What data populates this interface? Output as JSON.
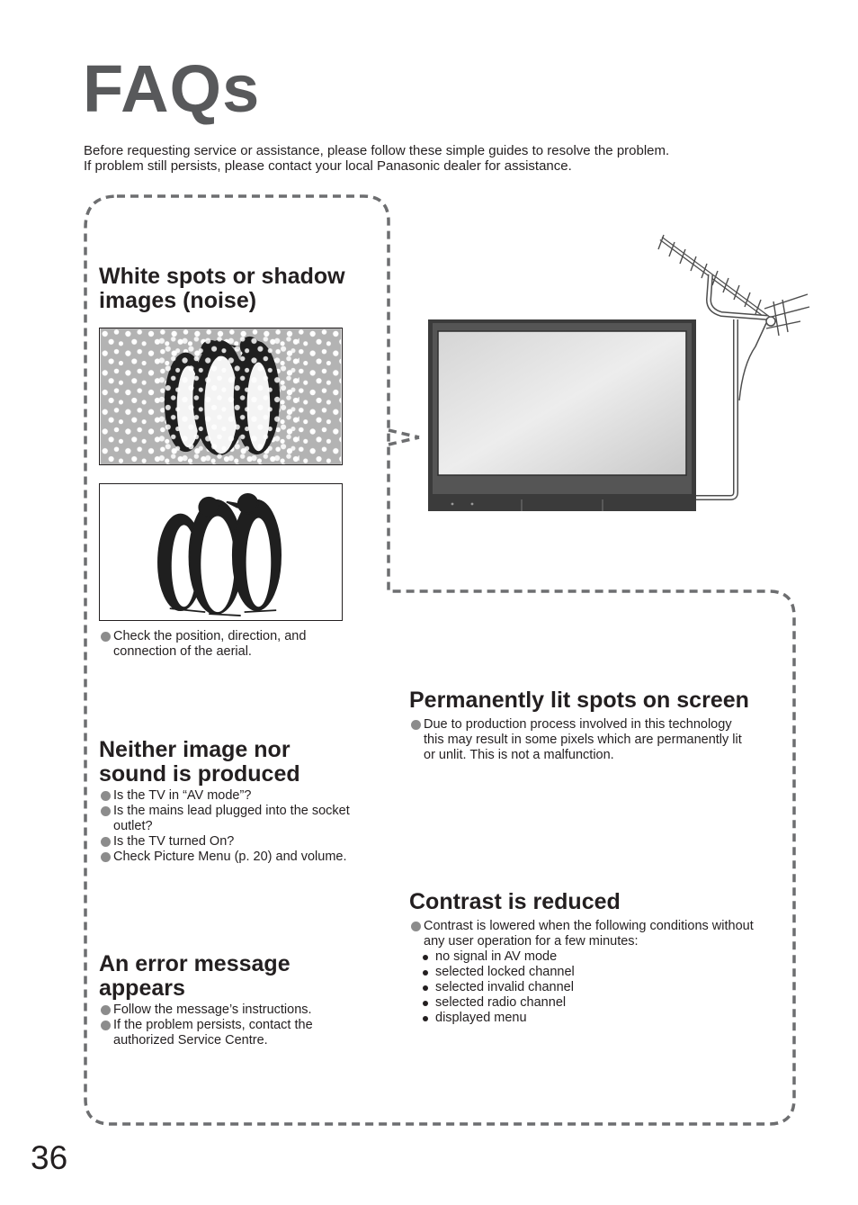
{
  "page_title": "FAQs",
  "intro": [
    "Before requesting service or assistance, please follow these simple guides to resolve the problem.",
    "If problem still persists, please contact your local Panasonic dealer for assistance."
  ],
  "sections": {
    "noise": {
      "title_lines": [
        "White spots or shadow",
        "images (noise)"
      ],
      "items": [
        {
          "lines": [
            "Check the position, direction, and",
            "connection of the aerial."
          ]
        }
      ]
    },
    "no_image_sound": {
      "title_lines": [
        "Neither image nor",
        "sound is produced"
      ],
      "items": [
        {
          "lines": [
            "Is the TV in “AV mode”?"
          ]
        },
        {
          "lines": [
            "Is the mains lead plugged into the socket",
            "outlet?"
          ]
        },
        {
          "lines": [
            "Is the TV turned On?"
          ]
        },
        {
          "lines": [
            "Check Picture Menu (p. 20) and volume."
          ]
        }
      ]
    },
    "error_message": {
      "title_lines": [
        "An error message",
        "appears"
      ],
      "items": [
        {
          "lines": [
            "Follow the message’s instructions."
          ]
        },
        {
          "lines": [
            "If the problem persists, contact the",
            "authorized Service Centre."
          ]
        }
      ]
    },
    "lit_spots": {
      "title_lines": [
        "Permanently lit spots on screen"
      ],
      "items": [
        {
          "lines": [
            "Due to production process involved in this technology",
            "this may result in some pixels which are permanently lit",
            "or unlit. This is not a malfunction."
          ]
        }
      ]
    },
    "contrast": {
      "title_lines": [
        "Contrast is reduced"
      ],
      "items": [
        {
          "lines": [
            "Contrast is lowered when the following conditions without",
            "any user operation for a few minutes:"
          ]
        }
      ],
      "sub_items": [
        "no signal in AV mode",
        "selected locked channel",
        "selected invalid channel",
        "selected radio channel",
        "displayed menu"
      ]
    }
  },
  "page_number": "36"
}
